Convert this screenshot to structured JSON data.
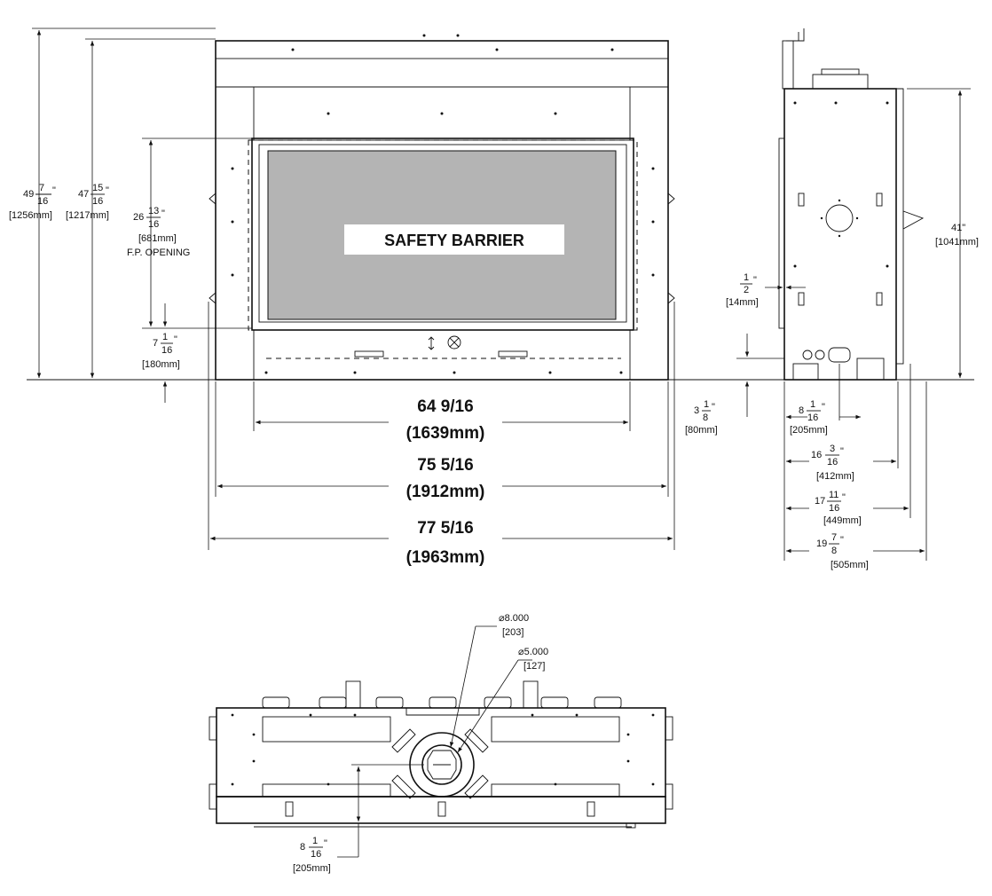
{
  "front_view": {
    "barrier_label": "SAFETY BARRIER",
    "height_overall": {
      "whole": "49",
      "num": "7",
      "den": "16",
      "mm": "[1256mm]"
    },
    "height_inner": {
      "whole": "47",
      "num": "15",
      "den": "16",
      "mm": "[1217mm]"
    },
    "opening_height": {
      "whole": "26",
      "num": "13",
      "den": "16",
      "mm": "[681mm]",
      "note": "F.P. OPENING"
    },
    "base_height": {
      "whole": "7",
      "num": "1",
      "den": "16",
      "mm": "[180mm]"
    },
    "width_opening": {
      "imperial": "64 9/16",
      "mm": "(1639mm)"
    },
    "width_body": {
      "imperial": "75 5/16",
      "mm": "(1912mm)"
    },
    "width_overall": {
      "imperial": "77 5/16",
      "mm": "(1963mm)"
    }
  },
  "side_view": {
    "height": {
      "whole": "41\"",
      "mm": "[1041mm]"
    },
    "offset_half": {
      "num": "1",
      "den": "2",
      "mm": "[14mm]"
    },
    "base_offset": {
      "whole": "3",
      "num": "1",
      "den": "8",
      "mm": "[80mm]"
    },
    "gas_inlet": {
      "whole": "8",
      "num": "1",
      "den": "16",
      "mm": "[205mm]"
    },
    "depth_1": {
      "whole": "16",
      "num": "3",
      "den": "16",
      "mm": "[412mm]"
    },
    "depth_2": {
      "whole": "17",
      "num": "11",
      "den": "16",
      "mm": "[449mm]"
    },
    "depth_3": {
      "whole": "19",
      "num": "7",
      "den": "8",
      "mm": "[505mm]"
    }
  },
  "top_view": {
    "outer_diameter": {
      "value": "⌀8.000",
      "mm": "[203]"
    },
    "inner_diameter": {
      "value": "⌀5.000",
      "mm": "[127]"
    },
    "flue_offset": {
      "whole": "8",
      "num": "1",
      "den": "16",
      "mm": "[205mm]"
    }
  }
}
